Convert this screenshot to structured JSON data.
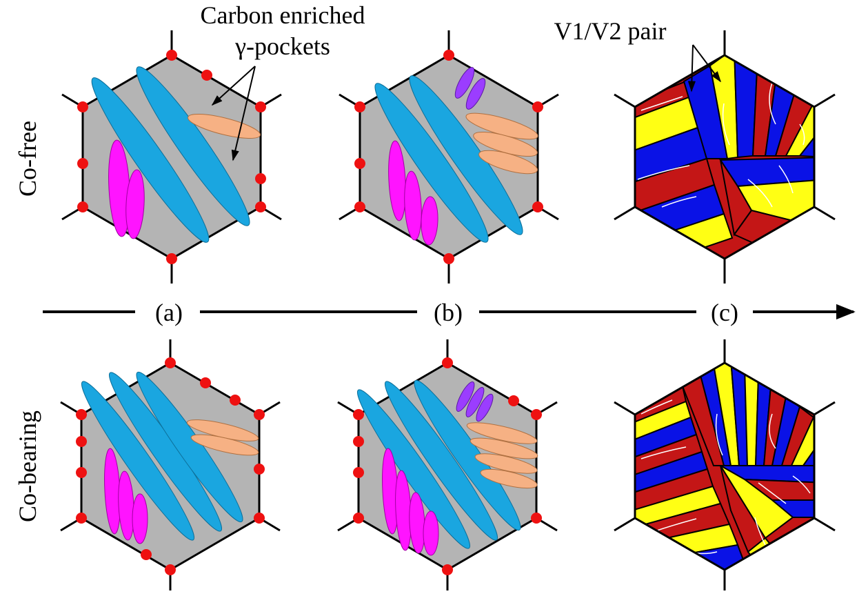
{
  "row_labels": {
    "top": "Co-free",
    "bottom": "Co-bearing"
  },
  "stage_labels": {
    "a": "(a)",
    "b": "(b)",
    "c": "(c)"
  },
  "annotations": {
    "carbon_line1": "Carbon enriched",
    "carbon_line2": "γ-pockets",
    "variant_pair": "V1/V2 pair"
  },
  "colors": {
    "matrix": "#b4b4b4",
    "lath_blue": "#1aa6e0",
    "lath_magenta": "#ff14ff",
    "lath_violet": "#9b3dff",
    "gamma_pocket": "#f6b184",
    "boundary_node": "#ee1111",
    "variant_red": "#c41616",
    "variant_yellow": "#ffff14",
    "variant_blue": "#0a12e6",
    "outline": "#000000"
  }
}
